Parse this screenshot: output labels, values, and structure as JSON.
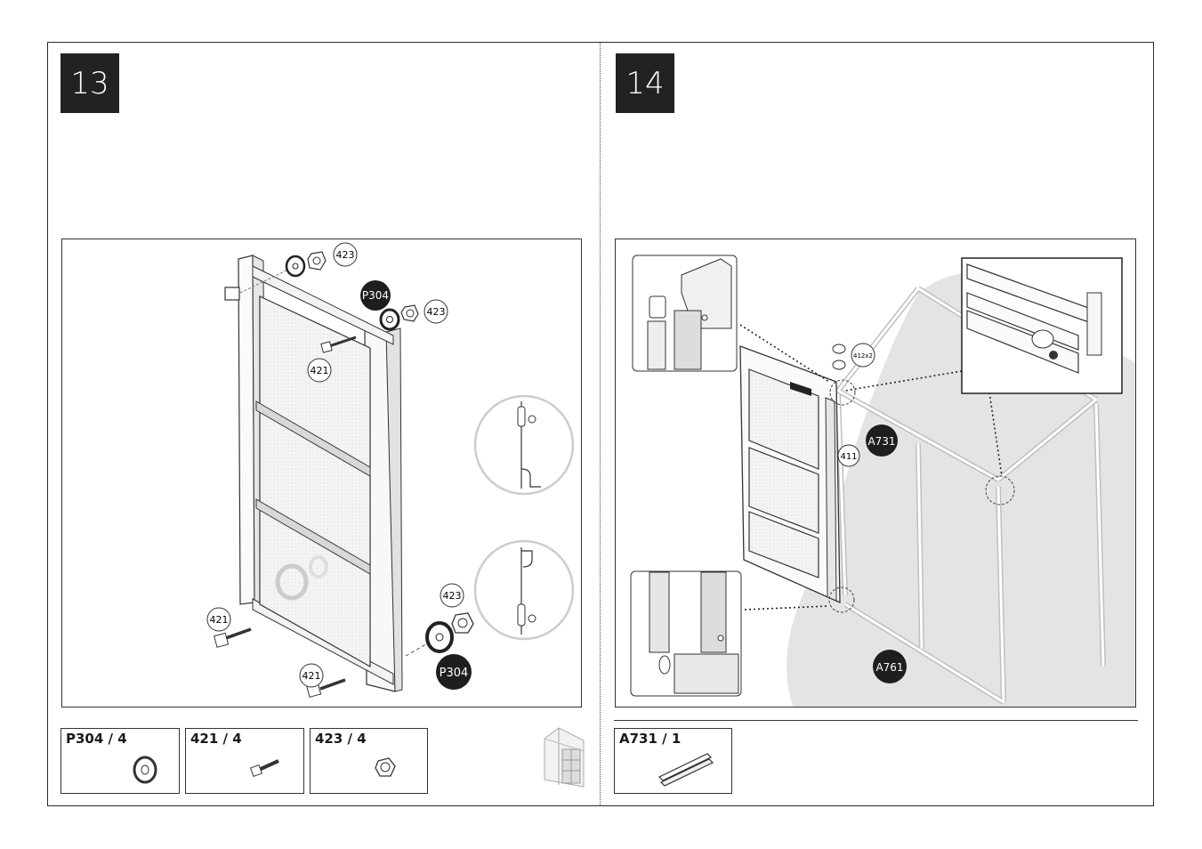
{
  "steps": [
    {
      "number": "13"
    },
    {
      "number": "14"
    }
  ],
  "step13": {
    "labels": {
      "p304_top": "P304",
      "p304_bottom": "P304",
      "c423_top": "423",
      "c423_mid": "423",
      "c423_bottom": "423",
      "c421_top": "421",
      "c421_left": "421",
      "c421_bottom": "421"
    },
    "parts": [
      {
        "label": "P304 / 4",
        "icon": "roller-wheel-icon"
      },
      {
        "label": "421 / 4",
        "icon": "bolt-icon"
      },
      {
        "label": "423 / 4",
        "icon": "nut-icon"
      }
    ]
  },
  "step14": {
    "labels": {
      "a731": "A731",
      "a761": "A761",
      "c411": "411",
      "c412": "412x2"
    },
    "parts": [
      {
        "label": "A731 / 1",
        "icon": "rail-profile-icon"
      }
    ]
  },
  "colors": {
    "frame": "#2a2a2a",
    "step_bg": "#222222",
    "callout_dark": "#1e1e1e",
    "shadow_gray": "#e4e4e4"
  }
}
